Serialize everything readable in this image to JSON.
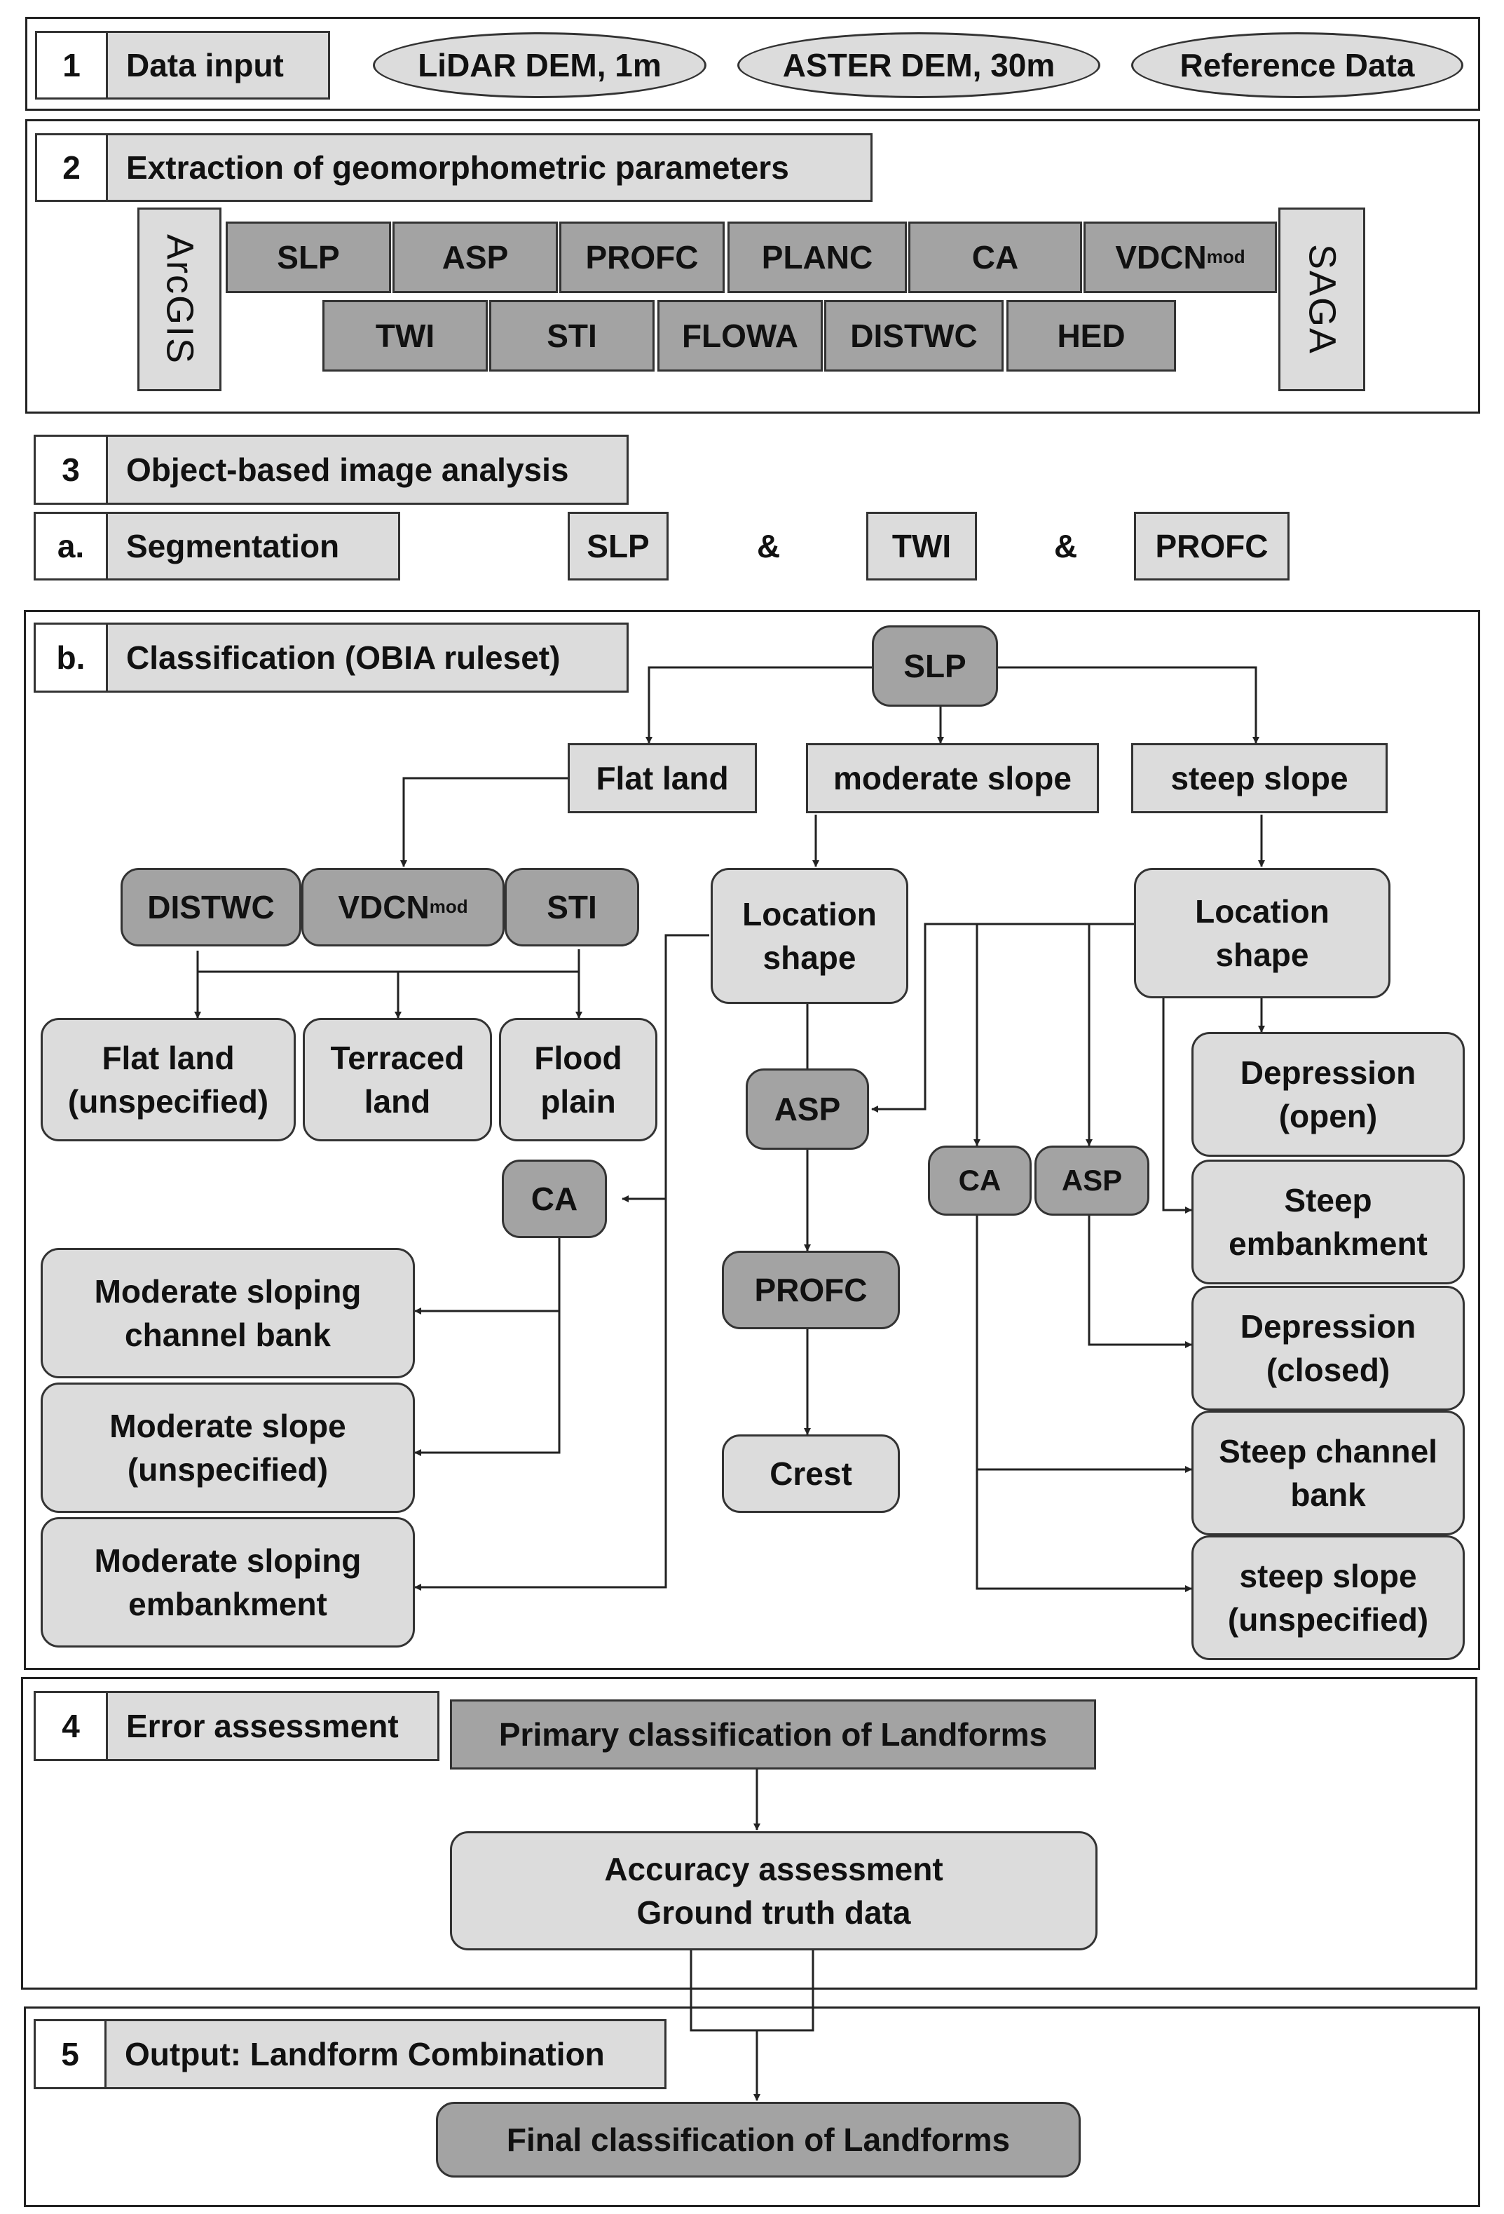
{
  "step1": {
    "number": "1",
    "title": "Data input",
    "inputs": [
      "LiDAR DEM, 1m",
      "ASTER DEM, 30m",
      "Reference Data"
    ]
  },
  "step2": {
    "number": "2",
    "title": "Extraction of geomorphometric parameters",
    "left_tool": "ArcGIS",
    "right_tool": "SAGA",
    "row1": [
      "SLP",
      "ASP",
      "PROFC",
      "PLANC",
      "CA"
    ],
    "vdcn_base": "VDCN",
    "vdcn_sub": "mod",
    "row2": [
      "TWI",
      "STI",
      "FLOWA",
      "DISTWC",
      "HED"
    ]
  },
  "step3": {
    "number": "3",
    "title": "Object-based image analysis",
    "seg_letter": "a.",
    "seg_title": "Segmentation",
    "seg_params": [
      "SLP",
      "TWI",
      "PROFC"
    ],
    "seg_join": "&"
  },
  "classification": {
    "letter": "b.",
    "title": "Classification (OBIA ruleset)",
    "root": "SLP",
    "classes": {
      "flat": "Flat land",
      "moderate": "moderate slope",
      "steep": "steep slope"
    },
    "flat_params": {
      "distwc": "DISTWC",
      "vdcn_base": "VDCN",
      "vdcn_sub": "mod",
      "sti": "STI"
    },
    "flat_outputs": [
      [
        "Flat land",
        "(unspecified)"
      ],
      [
        "Terraced",
        "land"
      ],
      [
        "Flood",
        "plain"
      ]
    ],
    "location_shape": [
      "Location",
      "shape"
    ],
    "moderate_nodes": {
      "ca": "CA",
      "asp": "ASP",
      "profc": "PROFC",
      "crest": "Crest"
    },
    "moderate_outputs": [
      [
        "Moderate sloping",
        "channel bank"
      ],
      [
        "Moderate slope",
        "(unspecified)"
      ],
      [
        "Moderate sloping",
        "embankment"
      ]
    ],
    "steep_nodes": {
      "ca": "CA",
      "asp": "ASP"
    },
    "steep_outputs": [
      [
        "Depression",
        "(open)"
      ],
      [
        "Steep",
        "embankment"
      ],
      [
        "Depression",
        "(closed)"
      ],
      [
        "Steep channel",
        "bank"
      ],
      [
        "steep slope",
        "(unspecified)"
      ]
    ]
  },
  "step4": {
    "number": "4",
    "title": "Error assessment",
    "primary": "Primary classification of Landforms",
    "accuracy": [
      "Accuracy assessment",
      "Ground truth data"
    ]
  },
  "step5": {
    "number": "5",
    "title": "Output: Landform Combination",
    "final": "Final classification of Landforms"
  },
  "colors": {
    "light_box": "#dcdcdc",
    "dark_box": "#a3a3a3",
    "line": "#222222"
  }
}
